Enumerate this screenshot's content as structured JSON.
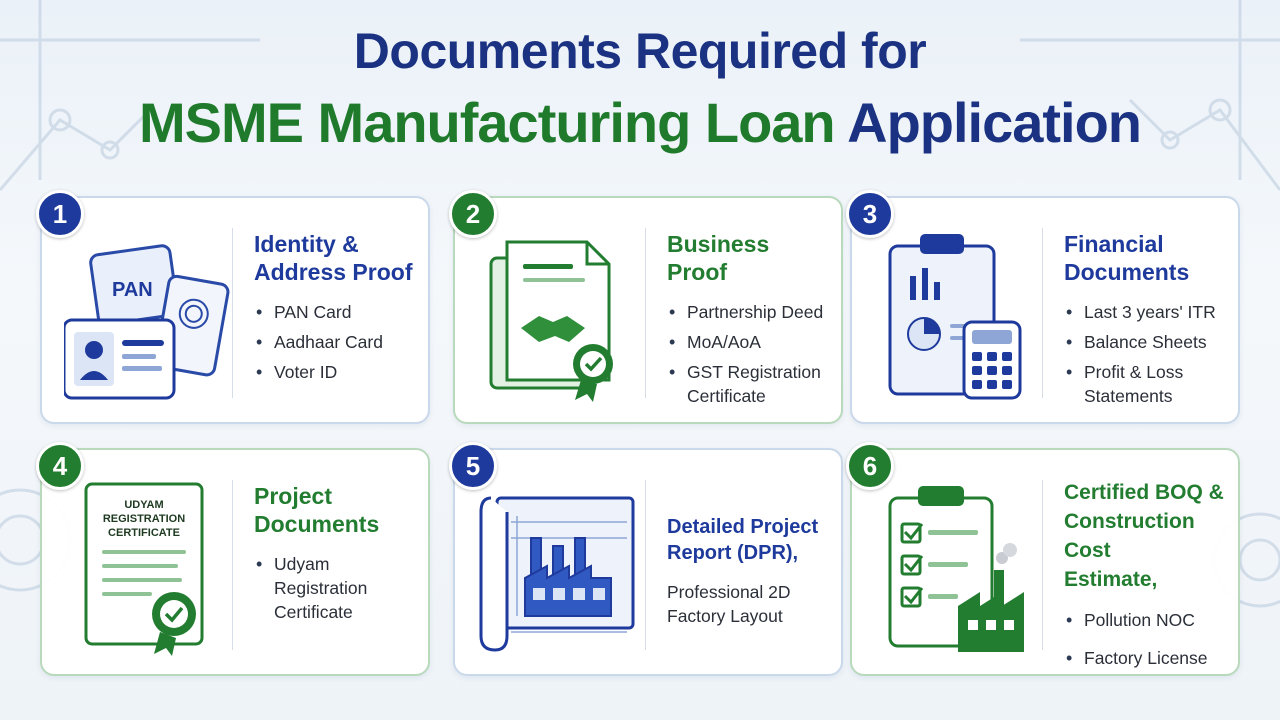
{
  "heading": {
    "line1": "Documents Required for",
    "line2_green": "MSME Manufacturing Loan",
    "line2_navy": "Application"
  },
  "colors": {
    "navy": "#1b3282",
    "green": "#1f7a2b",
    "card_border": "#c9d8ea"
  },
  "cards": [
    {
      "number": "1",
      "title_lines": [
        "Identity &",
        "Address Proof"
      ],
      "items": [
        "PAN Card",
        "Aadhaar Card",
        "Voter ID"
      ],
      "icon": "id-cards-icon",
      "card_label": "PAN"
    },
    {
      "number": "2",
      "title_lines": [
        "Business Proof"
      ],
      "items": [
        "Partnership Deed",
        "MoA/AoA",
        "GST Registration Certificate"
      ],
      "icon": "handshake-document-icon"
    },
    {
      "number": "3",
      "title_lines": [
        "Financial",
        "Documents"
      ],
      "items": [
        "Last 3 years' ITR",
        "Balance Sheets",
        "Profit & Loss Statements"
      ],
      "icon": "clipboard-calculator-icon"
    },
    {
      "number": "4",
      "title_lines": [
        "Project",
        "Documents"
      ],
      "items": [
        "Udyam Registration Certificate"
      ],
      "icon": "certificate-icon",
      "certificate_label_lines": [
        "UDYAM",
        "REGISTRATION",
        "CERTIFICATE"
      ]
    },
    {
      "number": "5",
      "title_lines": [
        "Detailed Project",
        "Report (DPR),"
      ],
      "plain_items": [
        "Professional 2D Factory Layout"
      ],
      "icon": "factory-blueprint-icon"
    },
    {
      "number": "6",
      "title_lines": [
        "Certified BOQ &",
        "Construction Cost",
        "Estimate,"
      ],
      "items": [
        "Pollution NOC",
        "Factory License"
      ],
      "icon": "checklist-factory-icon"
    }
  ]
}
